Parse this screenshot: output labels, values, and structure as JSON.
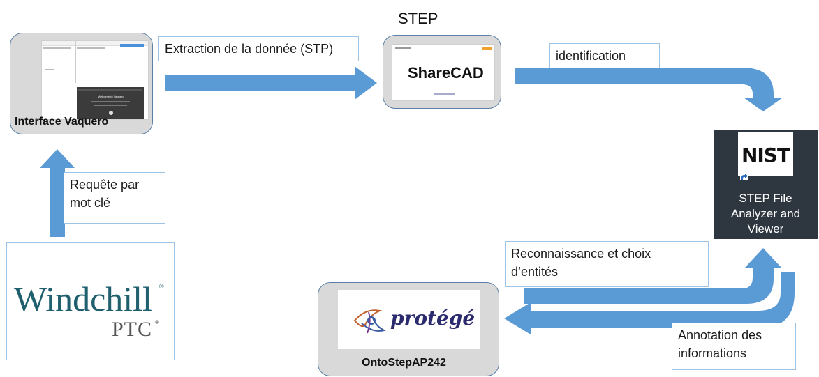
{
  "top_label": "STEP",
  "steps": {
    "extraction": "Extraction de la donnée (STP)",
    "identification": "identification",
    "requete": "Requête par\nmot clé",
    "reconnaissance": "Reconnaissance et choix\nd’entités",
    "annotation": "Annotation des\ninformations"
  },
  "nodes": {
    "vaquero": {
      "caption": "Interface Vaquero",
      "screen_heading": "Welcome to Vaquero"
    },
    "sharecad": {
      "caption": "ShareCAD"
    },
    "nist": {
      "logo_text": "NIST",
      "label": "STEP File\nAnalyzer and\nViewer"
    },
    "windchill": {
      "word": "Windchill",
      "sub": "PTC"
    },
    "protege": {
      "logo_text": "protégé",
      "caption": "OntoStepAP242"
    }
  },
  "colors": {
    "arrow": "#5b9bd5",
    "card_bg": "#d9d9d9",
    "card_border": "#5b7fa6",
    "nist_bg": "#2e3640",
    "windchill_teal": "#1f5f6e"
  }
}
